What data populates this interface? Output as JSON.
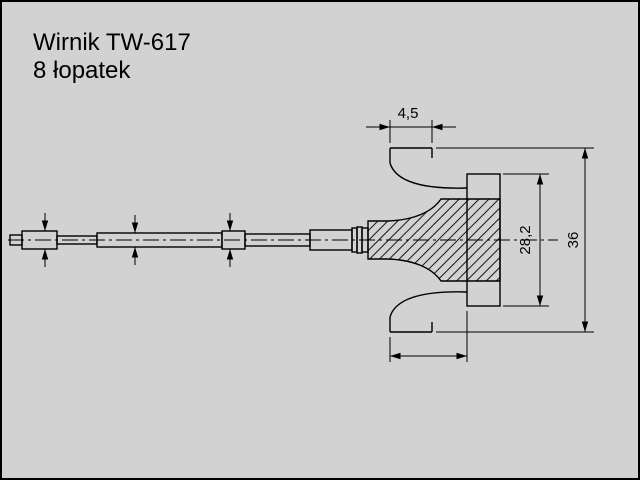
{
  "title": {
    "line1": "Wirnik TW-617",
    "line2": "8 łopatek"
  },
  "dimensions": {
    "blade_tip_width": "4,5",
    "backdisk_diameter": "28,2",
    "wheel_diameter": "36"
  },
  "drawing": {
    "description": "Technical side-view drawing of turbine rotor TW-617 shaft with 8-blade turbine wheel",
    "colors": {
      "background": "#d2d2d2",
      "line": "#000000"
    }
  }
}
